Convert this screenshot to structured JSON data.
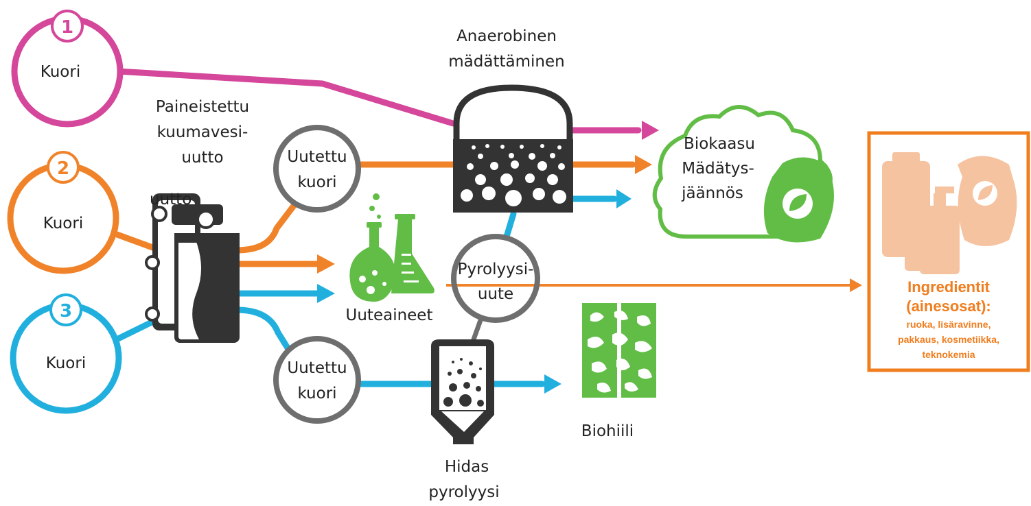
{
  "colors": {
    "stream1": "#d4479a",
    "stream2": "#f0832a",
    "stream3": "#21b0de",
    "grey": "#6e6e6e",
    "dark": "#333333",
    "green": "#62bd46",
    "ingredient": "#f07d1e",
    "ingredient_icon": "#f6c3a0"
  },
  "sources": [
    {
      "number": "1",
      "label": "Kuori"
    },
    {
      "number": "2",
      "label": "Kuori"
    },
    {
      "number": "3",
      "label": "Kuori"
    }
  ],
  "extraction": {
    "label_lines": [
      "Paineistettu",
      "kuumavesi-",
      "uutto"
    ],
    "overlay_text": "uutto"
  },
  "extracted_bark_top": [
    "Uutettu",
    "kuori"
  ],
  "extracted_bark_bottom": [
    "Uutettu",
    "kuori"
  ],
  "anaerobic": [
    "Anaerobinen",
    "mädättäminen"
  ],
  "cloud": [
    "Biokaasu",
    "Mädätys-",
    "jäännös"
  ],
  "extractives": "Uuteaineet",
  "pyrolysis_extract": [
    "Pyrolyysi-",
    "uute"
  ],
  "slow_pyrolysis": [
    "Hidas",
    "pyrolyysi"
  ],
  "biochar": "Biohiili",
  "ingredients": {
    "title_lines": [
      "Ingredientit",
      "(ainesosat):"
    ],
    "sub_lines": [
      "ruoka, lisäravinne,",
      "pakkaus, kosmetiikka,",
      "teknokemia"
    ]
  }
}
